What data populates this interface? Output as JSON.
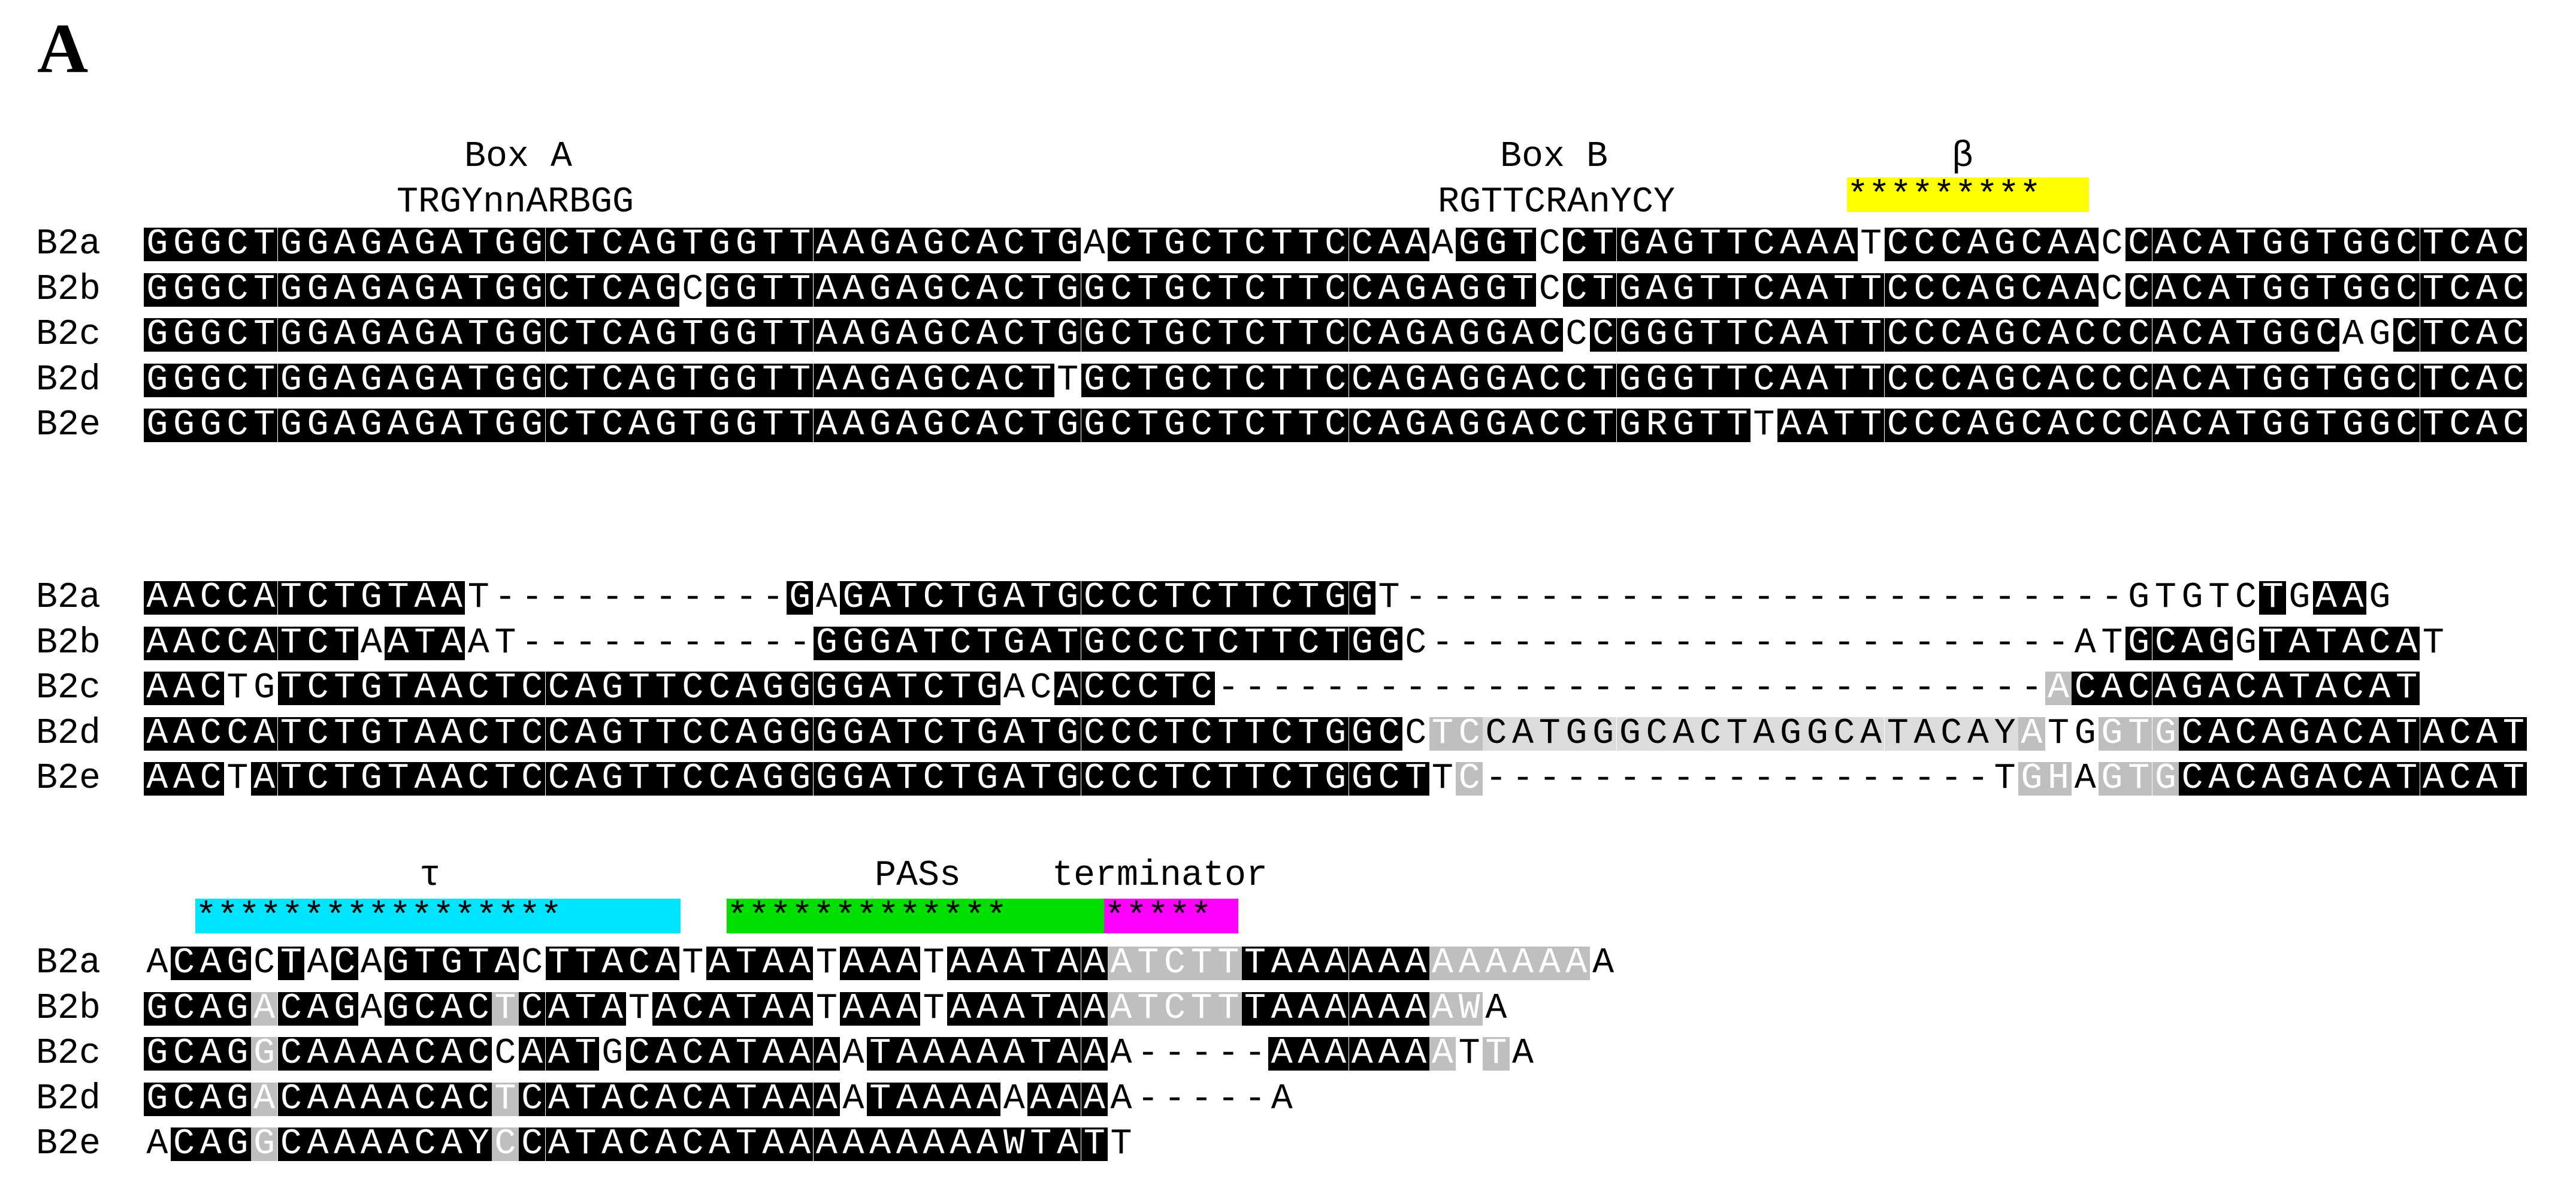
{
  "panel": "A",
  "colors": {
    "identical": "#000000",
    "variant": "#ffffff",
    "similar": "#bfbfbf",
    "insertion": "#dcdcdc",
    "beta": "#ffff00",
    "tau": "#00e5ff",
    "pas": "#00e000",
    "terminator": "#ff00ff"
  },
  "annotations": {
    "boxA": "Box A",
    "boxA_motif": "TRGYnnARBGG",
    "boxB": "Box B",
    "boxB_motif": "RGTTCRAnYCY",
    "beta": "β",
    "beta_marks": "*********",
    "tau": "τ",
    "tau_marks": "*****************",
    "pass": "PASs",
    "terminator": "terminator",
    "pas_marks": "*************",
    "terminator_marks": "*****"
  },
  "blocks": [
    {
      "rows": [
        {
          "name": "B2a",
          "seq": "GGGCTGGAGAGATGGCTCAGTGGTTAAGAGCACTGACTGCTCTTCCAAAGGTCCTGAGTTCAAATCCCAGCAACCACATGGTGGCTCAC",
          "shade": "bbbbbbbbbbbbbbbbbbbbbbbbbbbbbbbbbbbwbbbbbbbbbbbbwbbbwbbbbbbbbbbbwbbbbbbbbwbbbbbbbbbbbbbbbbb"
        },
        {
          "name": "B2b",
          "seq": "GGGCTGGAGAGATGGCTCAGCGGTTAAGAGCACTGGCTGCTCTTCCAGAGGTCCTGAGTTCAATTCCCAGCAACCACATGGTGGCTCAC",
          "shade": "bbbbbbbbbbbbbbbbbbbbwbbbbbbbbbbbbbbbbbbbbbbbbbbbbbbbwbbbbbbbbbbbbbbbbbbbbwbbbbbbbbbbbbbbbbb"
        },
        {
          "name": "B2c",
          "seq": "GGGCTGGAGAGATGGCTCAGTGGTTAAGAGCACTGGCTGCTCTTCCAGAGGACCCGGGTTCAATTCCCAGCACCCACATGGCAGCTCAC",
          "shade": "bbbbbbbbbbbbbbbbbbbbbbbbbbbbbbbbbbbbbbbbbbbbbbbbbbbbbwbbbbbbbbbbbbbbbbbbbbbbbbbbbbwwbbbbbb"
        },
        {
          "name": "B2d",
          "seq": "GGGCTGGAGAGATGGCTCAGTGGTTAAGAGCACTTGCTGCTCTTCCAGAGGACCTGGGTTCAATTCCCAGCACCCACATGGTGGCTCAC",
          "shade": "bbbbbbbbbbbbbbbbbbbbbbbbbbbbbbbbbbwbbbbbbbbbbbbbbbbbbbbbbbbbbbbbbbbbbbbbbbbbbbbbbbbbbbbbbb"
        },
        {
          "name": "B2e",
          "seq": "GGGCTGGAGAGATGGCTCAGTGGTTAAGAGCACTGGCTGCTCTTCCAGAGGACCTGRGTTTAATTCCCAGCACCCACATGGTGGCTCAC",
          "shade": "bbbbbbbbbbbbbbbbbbbbbbbbbbbbbbbbbbbbbbbbbbbbbbbbbbbbbbbbbbbbwbbbbbbbbbbbbbbbbbbbbbbbbbbbbb"
        }
      ]
    },
    {
      "rows": [
        {
          "name": "B2a",
          "seq": "AACCATCTGTAAT-----------GAGATCTGATGCCCTCTTCTGGT---------------------------GTGTCTGAAG",
          "shade": "bbbbbbbbbbbbwnnnnnnnnnnnbwbbbbbbbbbbbbbbbbbbbbwnnnnnnnnnnnnnnnnnnnnnnnnnnnwwwwwbwbbwb"
        },
        {
          "name": "B2b",
          "seq": "AACCATCTAATAAT-----------GGGATCTGATGCCCTCTTCTGGC------------------------ATGCAGGTATACAT",
          "shade": "bbbbbbbbwbbbwnnnnnnnnnnnbbbbbbbbbbbbbbbbbbbbbbbnnnnnnnnnnnnnnnnnnnnnnnngwwbbbbwbbbbbb"
        },
        {
          "name": "B2c",
          "seq": "AACTGTCTGTAACTCCAGTTCCAGGGGATCTGACACCCTC-------------------------------ACACAGACATACAT",
          "shade": "bbbwwbbbbbbbbbbbbbbbbbbbbbbbbbbbwwbbbbbbnnnnnnnnnnnnnnnnnnnnnnnnnnnnnnngbbbbbbbbbbbbb"
        },
        {
          "name": "B2d",
          "seq": "AACCATCTGTAACTCCAGTTCCAGGGGATCTGATGCCCTCTTCTGGCCTCCATGGGCACTAGGCATACAYATGGTGCACAGACATACAT",
          "shade": "bbbbbbbbbbbbbbbbbbbbbbbbbbbbbbbbbbbbbbbbbbbbbbbwggllllllllllllllllllllgwwgggbbbbbbbbbbbbb"
        },
        {
          "name": "B2e",
          "seq": "AACTATCTGTAACTCCAGTTCCAGGGGATCTGATGCCCTCTTCTGGCTTC-------------------TGHAGTGCACAGACATACAT",
          "shade": "bbbwbbbbbbbbbbbbbbbbbbbbbbbbbbbbbbbbbbbbbbbbbbbbwggnnnnnnnnnnnnnnnnnnnggwgggbbbbbbbbbbbbb"
        }
      ]
    },
    {
      "rows": [
        {
          "name": "B2a",
          "seq": "ACAGCTACAGTGTACTTACATATAATAAATAAATAAATCTTTAAAAAAAAAAAAA",
          "shade": "wbbbwbwbwbbbbbwbbbbbwbbbbwbbbwbbbbbbgggggbbbbbbbgggggg"
        },
        {
          "name": "B2b",
          "seq": "GCAGACAGAGCACTCATATACATAATAAATAAATAAATCTTTAAAAAAAWA",
          "shade": "bbbbgbbbwbbbbgbbbbwbbbbbbwbbbwbbbbbbgggggbbbbbbbgg"
        },
        {
          "name": "B2c",
          "seq": "GCAGGCAAAACACCAATGCACATAAAATAAAAATAAA-----AAAAAAATTA",
          "shade": "bbbbgbbbbbbbbwbbbwbbbbbbbbwbbbbbbbbbnnnnnbbbbbbbgwg"
        },
        {
          "name": "B2d",
          "seq": "GCAGACAAAACACTCATACACATAAAATAAAAAAAAA-----A",
          "shade": "bbbbgbbbbbbbbgbbbbbbbbbbbbwbbbbbwbbbnnnnnb"
        },
        {
          "name": "B2e",
          "seq": "ACAGGCAAAACAYCCATACACATAAAAAAAAAWTATT",
          "shade": "wbbbgbbbbbbbbgbbbbbbbbbbbbbbbbbbbbbbww"
        }
      ]
    }
  ]
}
